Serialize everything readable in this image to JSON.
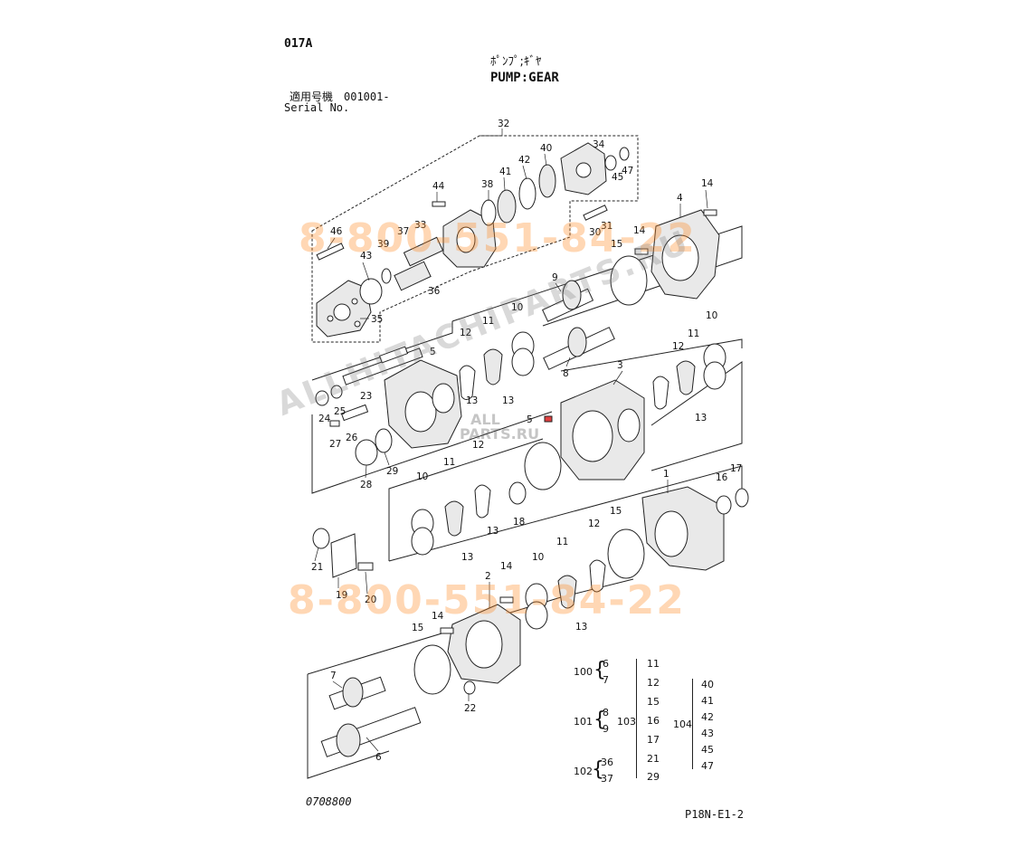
{
  "header": {
    "page_code": "017A",
    "title_jp": "ﾎﾟﾝﾌﾟ;ｷﾞﾔ",
    "title_en": "PUMP:GEAR",
    "serial_label_jp": "適用号機",
    "serial_value": "001001-",
    "serial_label_en": "Serial No."
  },
  "footer": {
    "doc_number": "0708800",
    "page_ref": "P18N-E1-2"
  },
  "watermarks": {
    "phone": "8-800-551-84-22",
    "site": "ALLHITACHIPARTS.RU",
    "logo_top": "ALL",
    "logo_bottom": "PARTS.RU"
  },
  "callouts": {
    "c32": "32",
    "c34": "34",
    "c40": "40",
    "c42": "42",
    "c41": "41",
    "c38": "38",
    "c44": "44",
    "c47": "47",
    "c45": "45",
    "c33": "33",
    "c37": "37",
    "c46": "46",
    "c39": "39",
    "c43": "43",
    "c36": "36",
    "c35": "35",
    "c31": "31",
    "c30": "30",
    "c4": "4",
    "c14a": "14",
    "c14b": "14",
    "c15a": "15",
    "c9": "9",
    "c8": "8",
    "c5a": "5",
    "c12a": "12",
    "c11a": "11",
    "c10a": "10",
    "c13a": "13",
    "c13b": "13",
    "c23": "23",
    "c25": "25",
    "c24": "24",
    "c26": "26",
    "c27": "27",
    "c29": "29",
    "c28": "28",
    "c3": "3",
    "c5b": "5",
    "c12b": "12",
    "c11b": "11",
    "c10b": "10",
    "c13c": "13",
    "c12c": "12",
    "c11c": "11",
    "c10c": "10",
    "c13d": "13",
    "c13e": "13",
    "c18": "18",
    "c21": "21",
    "c19": "19",
    "c20": "20",
    "c1": "1",
    "c16": "16",
    "c17": "17",
    "c15b": "15",
    "c12d": "12",
    "c11d": "11",
    "c10d": "10",
    "c13f": "13",
    "c2": "2",
    "c14c": "14",
    "c14d": "14",
    "c15c": "15",
    "c7": "7",
    "c22": "22",
    "c6": "6"
  },
  "kits": [
    {
      "id": "100",
      "items": [
        "6",
        "7"
      ]
    },
    {
      "id": "101",
      "items": [
        "8",
        "9"
      ]
    },
    {
      "id": "102",
      "items": [
        "36",
        "37"
      ]
    },
    {
      "id": "103",
      "items": [
        "11",
        "12",
        "15",
        "16",
        "17",
        "21",
        "29"
      ]
    },
    {
      "id": "104",
      "items": [
        "40",
        "41",
        "42",
        "43",
        "45",
        "47"
      ]
    }
  ]
}
